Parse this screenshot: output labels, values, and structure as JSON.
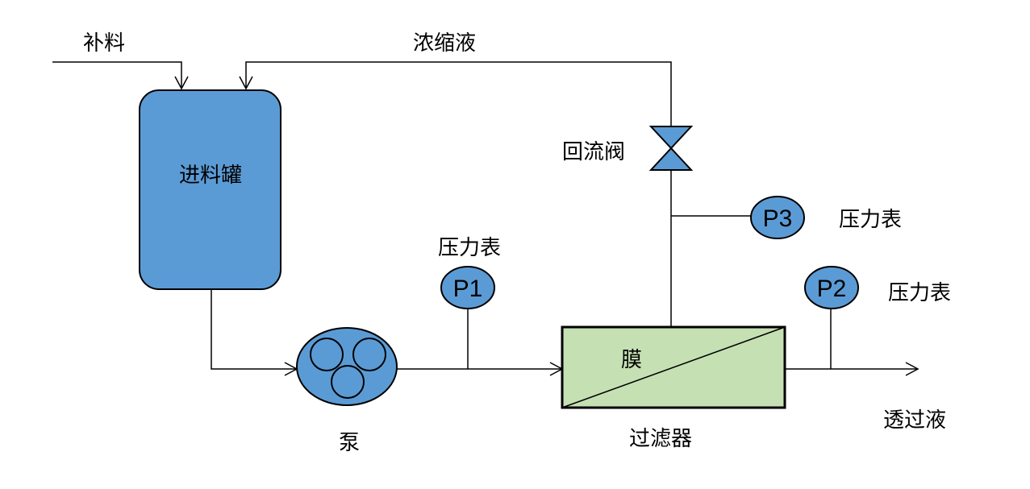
{
  "labels": {
    "feed": "补料",
    "concentrate": "浓缩液",
    "feed_tank": "进料罐",
    "reflux_valve": "回流阀",
    "pressure_gauge_p3": "压力表",
    "pressure_gauge_p1": "压力表",
    "pressure_gauge_p2": "压力表",
    "pump": "泵",
    "membrane": "膜",
    "filter": "过滤器",
    "permeate": "透过液"
  },
  "gauges": {
    "p1": "P1",
    "p2": "P2",
    "p3": "P3"
  },
  "colors": {
    "equipment_blue": "#5b9bd5",
    "membrane_green": "#c5e0b3",
    "line": "#000000"
  }
}
